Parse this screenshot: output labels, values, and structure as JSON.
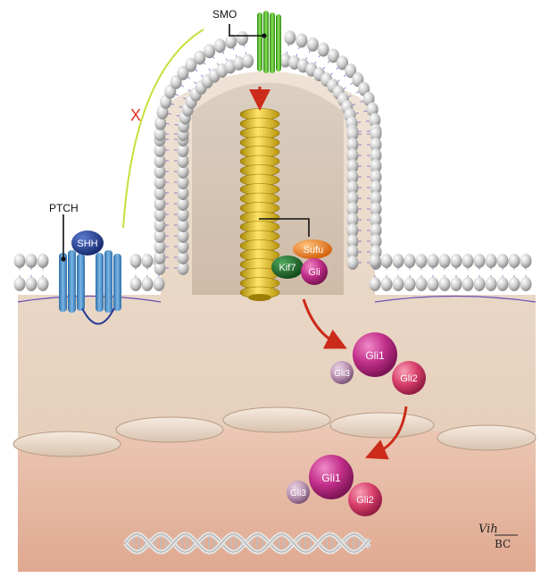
{
  "labels": {
    "smo": "SMO",
    "ptch": "PTCH",
    "shh": "SHH",
    "sufu": "Sufu",
    "kif7": "Kif7",
    "gli": "Gli",
    "gli1_top": "Gli1",
    "gli2_top": "Gli2",
    "gli3_top": "Gli3",
    "gli1_bottom": "Gli1",
    "gli2_bottom": "Gli2",
    "gli3_bottom": "Gli3",
    "blocked_mark": "X",
    "signature_top": "Vih",
    "signature_bottom": "BC"
  },
  "colors": {
    "membrane_head": "#c9c9c9",
    "membrane_tail": "#6b4fb8",
    "smo": "#3fae1d",
    "ptch": "#4a8fc8",
    "shh": "#243f8f",
    "cilium": "#e2bb12",
    "sufu": "#e57a1c",
    "kif7": "#1f6e2a",
    "gli": "#b3287a",
    "gli3": "#b68ab0",
    "arrow": "#cc2a1a",
    "cytoplasm": "#e8d4c0",
    "nucleus": "#e8b8a4",
    "inhibition_line": "#c6e03c"
  }
}
